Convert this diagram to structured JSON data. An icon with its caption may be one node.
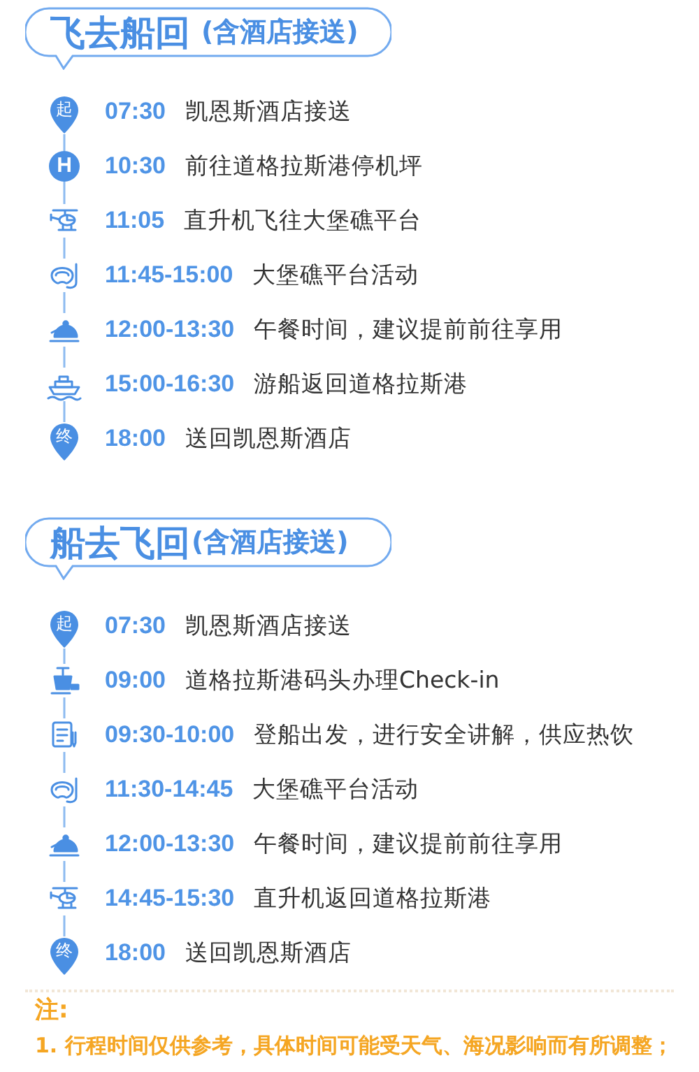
{
  "diagram": {
    "nodes": [
      {
        "text": [
          "飞去船回",
          "(含酒店接送)"
        ]
      },
      {
        "text": [
          "起"
        ],
        "beside": [
          "07:30",
          "凯恩斯酒店接送"
        ]
      },
      {
        "text": [
          "H"
        ],
        "beside": [
          "10:30",
          "前往道格拉斯港停机坪"
        ]
      },
      {
        "text": [],
        "shape": "picture",
        "beside": [
          "11:05",
          "直升机飞往大堡礁平台"
        ]
      },
      {
        "text": [],
        "shape": "picture",
        "beside": [
          "11:45-15:00",
          "大堡礁平台活动"
        ]
      },
      {
        "text": [],
        "shape": "picture",
        "beside": [
          "12:00-13:30",
          "午餐时间，建议提前前往享用"
        ]
      },
      {
        "text": [],
        "shape": "picture",
        "beside": [
          "15:00-16:30",
          "游船返回道格拉斯港"
        ]
      },
      {
        "text": [
          "终"
        ],
        "beside": [
          "18:00",
          "送回凯恩斯酒店"
        ]
      },
      {
        "text": [
          "船去飞回",
          "(含酒店接送)"
        ]
      },
      {
        "text": [
          "起"
        ],
        "beside": [
          "07:30",
          "凯恩斯酒店接送"
        ]
      },
      {
        "text": [],
        "shape": "picture",
        "beside": [
          "09:00",
          "道格拉斯港码头办理Check-in"
        ]
      },
      {
        "text": [],
        "shape": "picture",
        "beside": [
          "09:30-10:00",
          "登船出发，进行安全讲解，供应热饮"
        ]
      },
      {
        "text": [],
        "shape": "picture",
        "beside": [
          "11:30-14:45",
          "大堡礁平台活动"
        ]
      },
      {
        "text": [],
        "shape": "picture",
        "beside": [
          "12:00-13:30",
          "午餐时间，建议提前前往享用"
        ]
      },
      {
        "text": [],
        "shape": "picture",
        "beside": [
          "14:45-15:30",
          "直升机返回道格拉斯港"
        ]
      },
      {
        "text": [
          "终"
        ],
        "beside": [
          "18:00",
          "送回凯恩斯酒店"
        ]
      }
    ],
    "edges": [
      {
        "from": 1,
        "to": 2,
        "arrow": "none"
      },
      {
        "from": 2,
        "to": 3,
        "arrow": "none"
      },
      {
        "from": 3,
        "to": 4,
        "arrow": "none"
      },
      {
        "from": 4,
        "to": 5,
        "arrow": "none"
      },
      {
        "from": 5,
        "to": 6,
        "arrow": "none"
      },
      {
        "from": 6,
        "to": 7,
        "arrow": "none"
      },
      {
        "from": 9,
        "to": 10,
        "arrow": "none"
      },
      {
        "from": 10,
        "to": 11,
        "arrow": "none"
      },
      {
        "from": 11,
        "to": 12,
        "arrow": "none"
      },
      {
        "from": 12,
        "to": 13,
        "arrow": "none"
      },
      {
        "from": 13,
        "to": 14,
        "arrow": "none"
      },
      {
        "from": 14,
        "to": 15,
        "arrow": "none"
      }
    ],
    "labels": [
      "注:",
      "1. 行程时间仅供参考，具体时间可能受天气、海况影响而有所调整；"
    ]
  }
}
